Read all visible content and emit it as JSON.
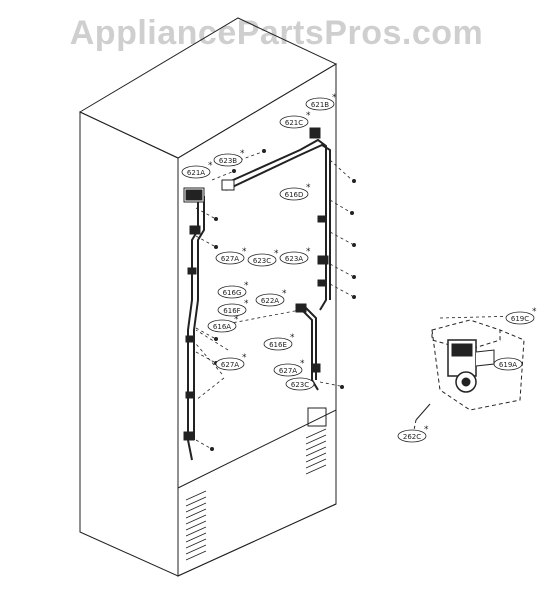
{
  "watermark": "AppliancePartsPros.com",
  "colors": {
    "line": "#222222",
    "watermark": "#cfcfcf",
    "background": "#ffffff"
  },
  "labels": {
    "l621a": "621A",
    "l623b": "623B",
    "l621c": "621C",
    "l621b": "621B",
    "l616d": "616D",
    "l627a_upper": "627A",
    "l623c_upper": "623C",
    "l623a": "623A",
    "l616g": "616G",
    "l616f": "616F",
    "l622a": "622A",
    "l616a": "616A",
    "l616e": "616E",
    "l627a_lower": "627A",
    "l627a_mid": "627A",
    "l623c_lower": "623C",
    "l619c": "619C",
    "l619a": "619A",
    "l262c": "262C"
  }
}
